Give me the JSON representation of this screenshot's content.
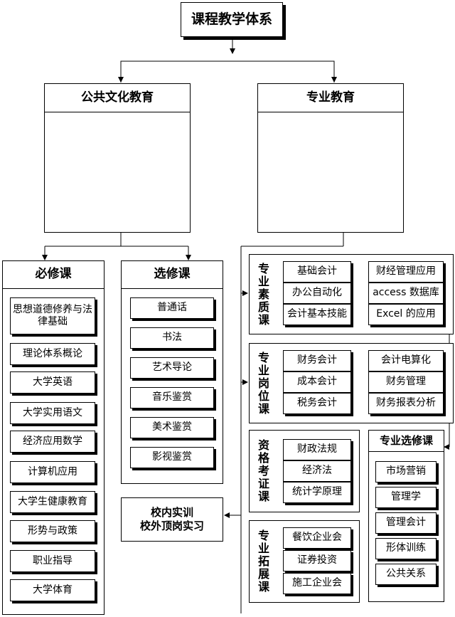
{
  "root": "课程教学体系",
  "public_education": {
    "title": "公共文化教育",
    "required": {
      "title": "必修课",
      "items": [
        "思想道德修养与法律基础",
        "理论体系概论",
        "大学英语",
        "大学实用语文",
        "经济应用数学",
        "计算机应用",
        "大学生健康教育",
        "形势与政策",
        "职业指导",
        "大学体育"
      ]
    },
    "elective": {
      "title": "选修课",
      "items": [
        "普通话",
        "书法",
        "艺术导论",
        "音乐鉴赏",
        "美术鉴赏",
        "影视鉴赏"
      ]
    }
  },
  "professional_education": {
    "title": "专业教育",
    "quality": {
      "label": "专业素质课",
      "left": [
        "基础会计",
        "办公自动化",
        "会计基本技能"
      ],
      "right": [
        "财经管理应用",
        "access 数据库",
        "Excel 的应用"
      ]
    },
    "post": {
      "label": "专业岗位课",
      "left": [
        "财务会计",
        "成本会计",
        "税务会计"
      ],
      "right": [
        "会计电算化",
        "财务管理",
        "财务报表分析"
      ]
    },
    "certificate": {
      "label": "资格考证课",
      "items": [
        "财政法规",
        "经济法",
        "统计学原理"
      ]
    },
    "extension": {
      "label": "专业拓展课",
      "items": [
        "餐饮企业会",
        "证券投资",
        "施工企业会"
      ]
    },
    "elective": {
      "title": "专业选修课",
      "items": [
        "市场营销",
        "管理学",
        "管理会计",
        "形体训练",
        "公共关系"
      ]
    }
  },
  "practice": {
    "line1": "校内实训",
    "line2": "校外顶岗实习"
  }
}
